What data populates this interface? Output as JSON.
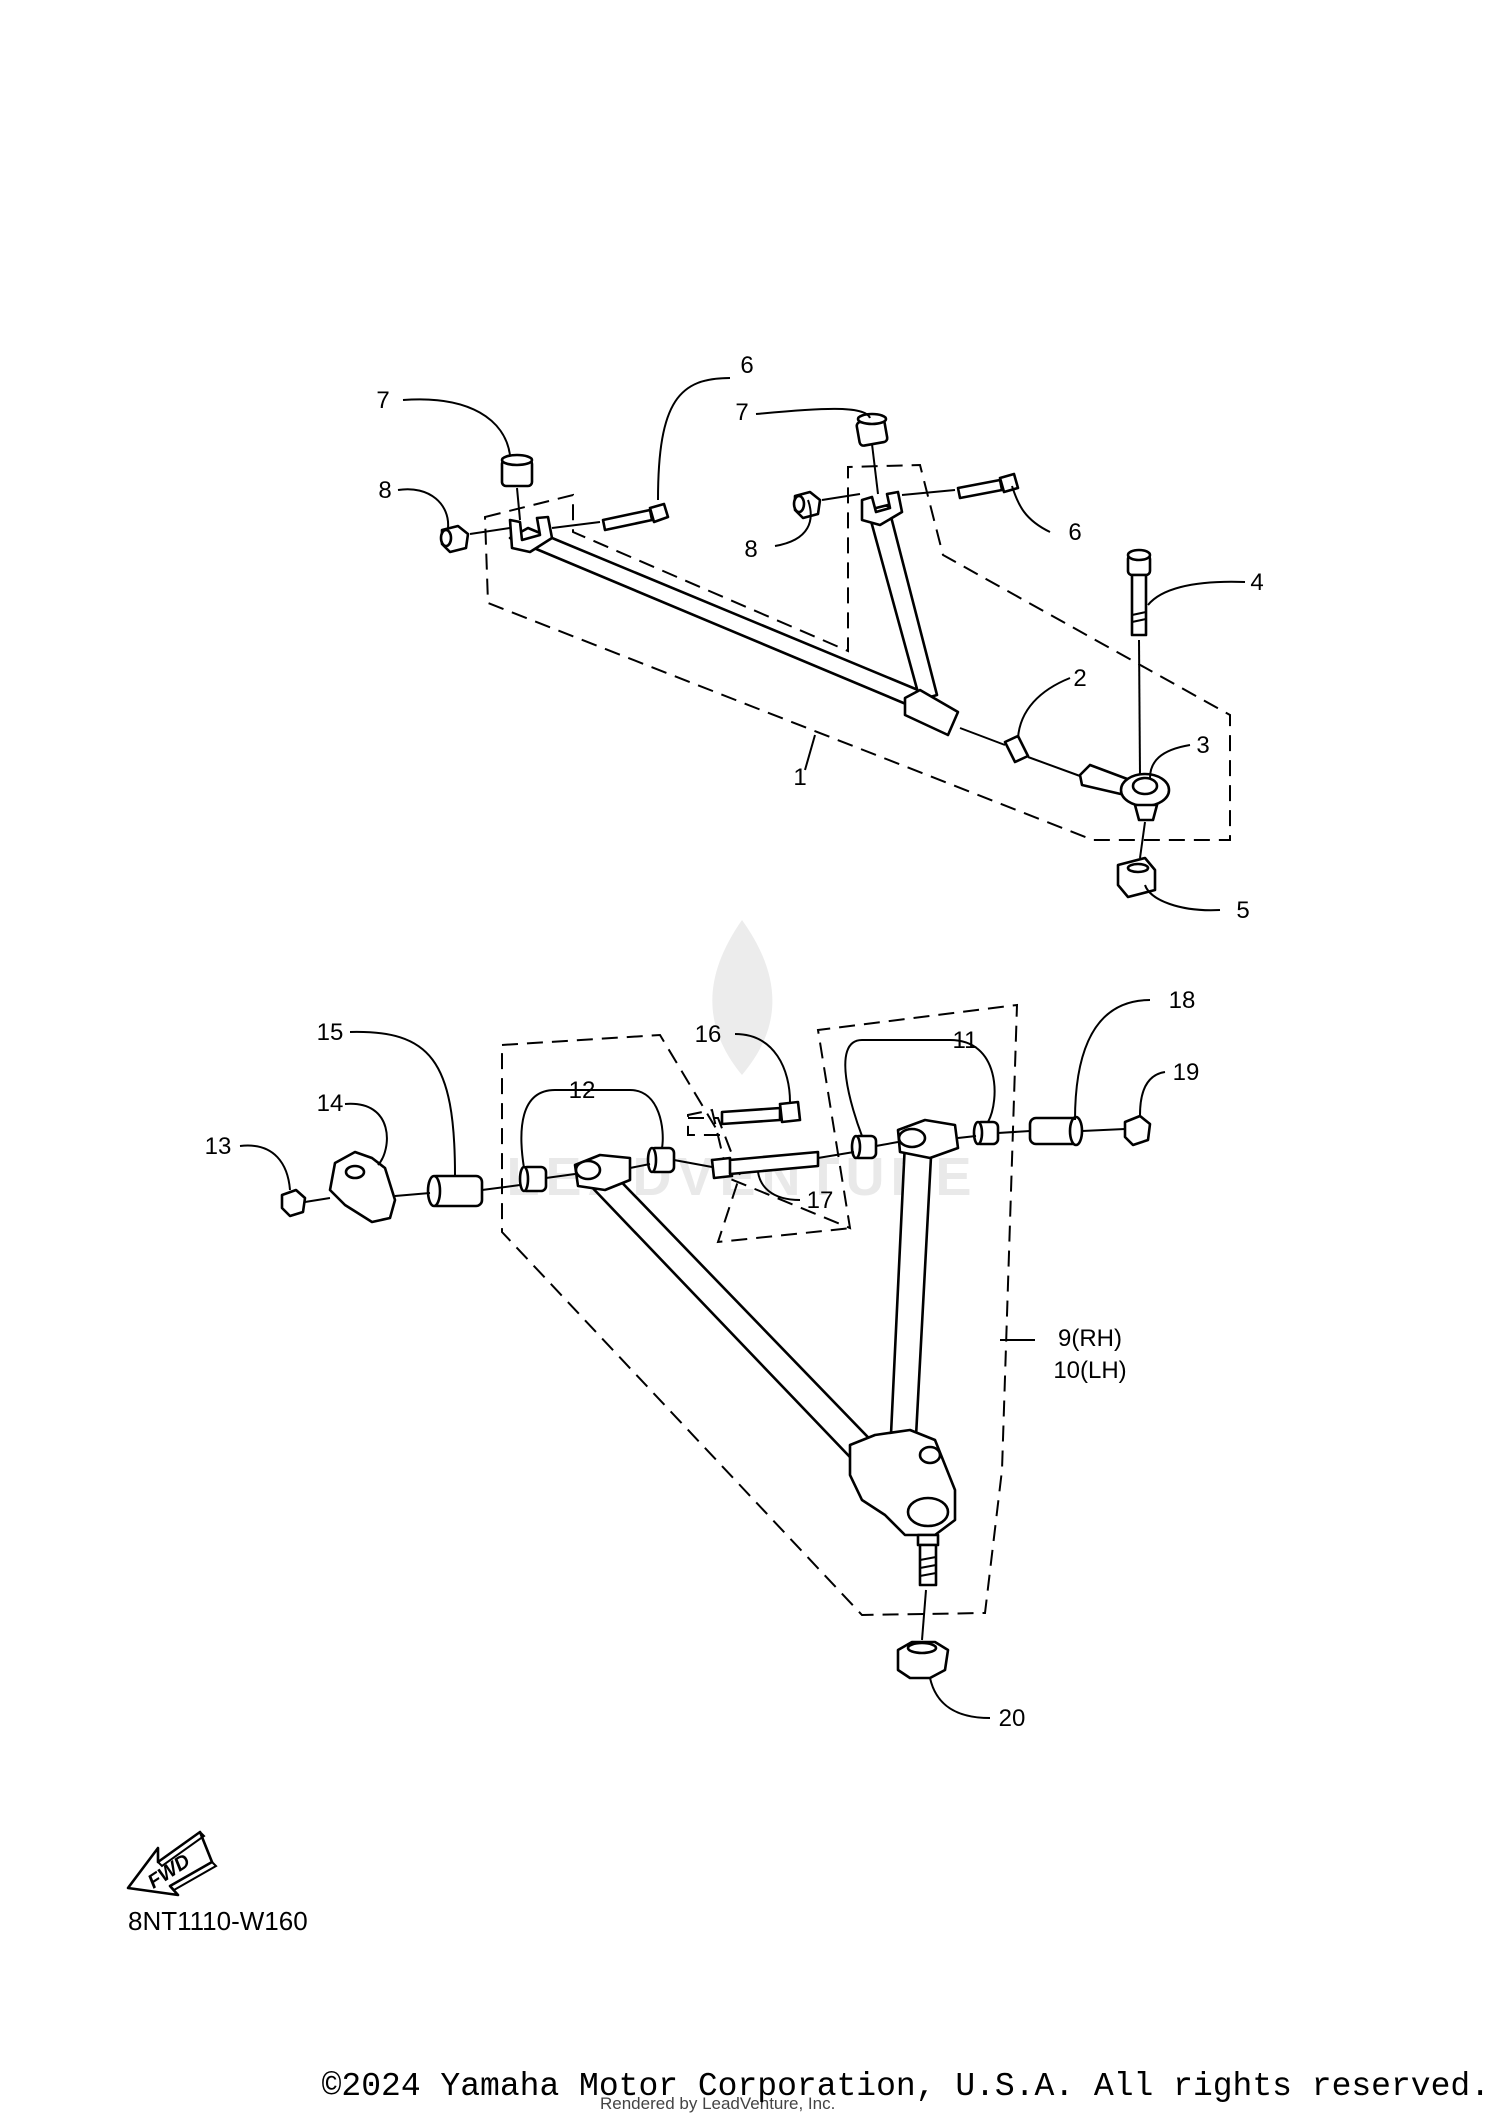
{
  "watermark": {
    "text": "LEADVENTURE",
    "icon": "flame-icon"
  },
  "callouts": {
    "c1": "1",
    "c2": "2",
    "c3": "3",
    "c4": "4",
    "c5": "5",
    "c6a": "6",
    "c6b": "6",
    "c7a": "7",
    "c7b": "7",
    "c8a": "8",
    "c8b": "8",
    "c9": "9(RH)",
    "c10": "10(LH)",
    "c11": "11",
    "c12": "12",
    "c13": "13",
    "c14": "14",
    "c15": "15",
    "c16": "16",
    "c17": "17",
    "c18": "18",
    "c19": "19",
    "c20": "20"
  },
  "fwd_label": "FWD",
  "diagram_code": "8NT1110-W160",
  "copyright": "©2024 Yamaha Motor Corporation, U.S.A. All rights reserved.",
  "rendered_by": "Rendered by LeadVenture, Inc."
}
